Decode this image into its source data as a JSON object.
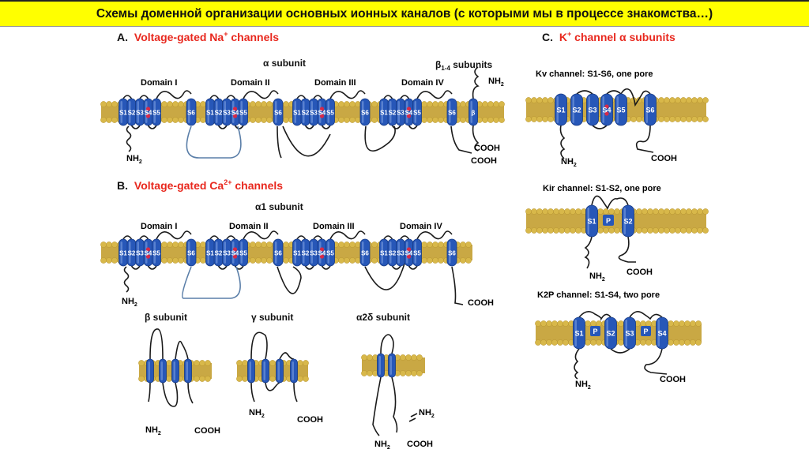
{
  "title": "Схемы доменной организации основных ионных каналов (с которыми мы в процессе знакомства…)",
  "colors": {
    "banner": "#ffff00",
    "accent": "#e8281e",
    "helix": "#2757b8",
    "membrane": "#d8b84a"
  },
  "panel_a": {
    "letter": "A.",
    "heading": "Voltage-gated Na",
    "heading_sup": "+",
    "heading_tail": " channels",
    "alpha_label": "α subunit",
    "beta_label": "β",
    "beta_sub": "1-4",
    "beta_tail": " subunits",
    "domains": [
      "Domain I",
      "Domain II",
      "Domain III",
      "Domain IV"
    ],
    "nh2": "NH",
    "nh2_sub": "2",
    "cooh": "COOH"
  },
  "panel_b": {
    "letter": "B.",
    "heading": "Voltage-gated Ca",
    "heading_sup": "2+",
    "heading_tail": " channels",
    "alpha_label": "α1 subunit",
    "domains": [
      "Domain I",
      "Domain II",
      "Domain III",
      "Domain IV"
    ],
    "beta_label": "β subunit",
    "gamma_label": "γ subunit",
    "a2d_label": "α2δ subunit",
    "nh2": "NH",
    "nh2_sub": "2",
    "cooh": "COOH"
  },
  "panel_c": {
    "letter": "C.",
    "heading": "K",
    "heading_sup": "+",
    "heading_tail": " channel α subunits",
    "kv_label": "Kv channel: S1-S6, one pore",
    "kir_label": "Kir channel: S1-S2, one pore",
    "k2p_label": "K2P channel: S1-S4, two pore",
    "nh2": "NH",
    "nh2_sub": "2",
    "cooh": "COOH"
  },
  "helix_labels": {
    "domain": [
      "S1",
      "S2",
      "S3",
      "S4",
      "S5",
      "S6"
    ],
    "kv": [
      "S1",
      "S2",
      "S3",
      "S4",
      "S5",
      "S6"
    ],
    "kir": [
      "S1",
      "S2"
    ],
    "k2p": [
      "S1",
      "S2",
      "S3",
      "S4"
    ],
    "pore": "P"
  }
}
